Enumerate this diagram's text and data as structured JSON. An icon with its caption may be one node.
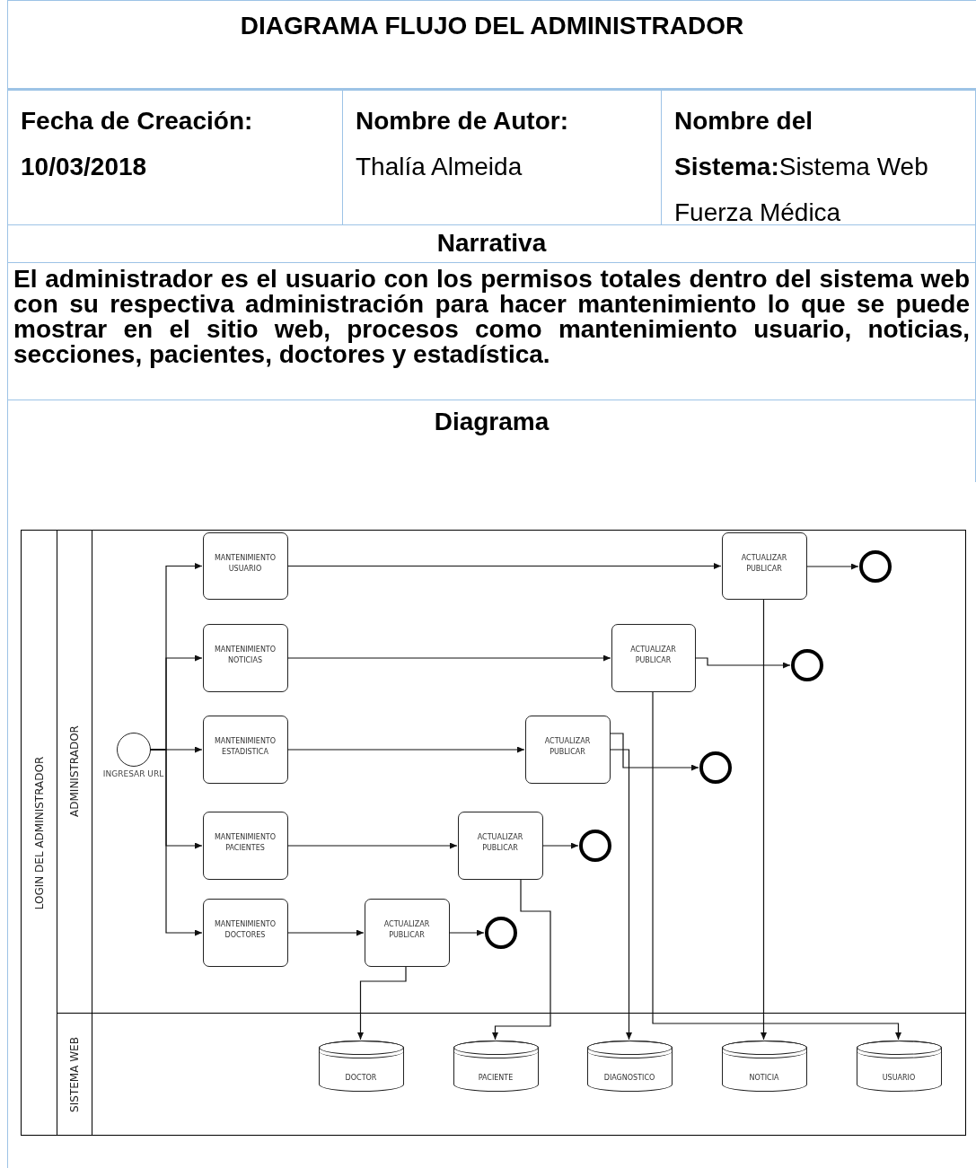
{
  "diagram": {
    "title": "DIAGRAMA FLUJO DEL ADMINISTRADOR",
    "nodes": [
      {
        "text": [
          "LOGIN DEL ADMINISTRADOR"
        ]
      },
      {
        "text": [
          "ADMINISTRADOR"
        ],
        "in": 0
      },
      {
        "text": [
          "SISTEMA WEB"
        ],
        "in": 0
      },
      {
        "text": [],
        "shape": "circle",
        "in": 1,
        "beside": [
          "INGRESAR URL"
        ]
      },
      {
        "text": [
          "MANTENIMIENTO USUARIO"
        ],
        "in": 1
      },
      {
        "text": [
          "MANTENIMIENTO NOTICIAS"
        ],
        "in": 1
      },
      {
        "text": [
          "MANTENIMIENTO ESTADISTICA"
        ],
        "in": 1
      },
      {
        "text": [
          "MANTENIMIENTO PACIENTES"
        ],
        "in": 1
      },
      {
        "text": [
          "MANTENIMIENTO DOCTORES"
        ],
        "in": 1
      },
      {
        "text": [
          "ACTUALIZAR PUBLICAR"
        ],
        "in": 1
      },
      {
        "text": [
          "ACTUALIZAR PUBLICAR"
        ],
        "in": 1
      },
      {
        "text": [
          "ACTUALIZAR PUBLICAR"
        ],
        "in": 1
      },
      {
        "text": [
          "ACTUALIZAR PUBLICAR"
        ],
        "in": 1
      },
      {
        "text": [
          "ACTUALIZAR PUBLICAR"
        ],
        "in": 1
      },
      {
        "text": [],
        "shape": "circle",
        "in": 1
      },
      {
        "text": [],
        "shape": "circle",
        "in": 1
      },
      {
        "text": [],
        "shape": "circle",
        "in": 1
      },
      {
        "text": [],
        "shape": "circle",
        "in": 1
      },
      {
        "text": [],
        "shape": "circle",
        "in": 1
      },
      {
        "text": [
          "DOCTOR"
        ],
        "in": 2
      },
      {
        "text": [
          "PACIENTE"
        ],
        "in": 2
      },
      {
        "text": [
          "DIAGNOSTICO"
        ],
        "in": 2
      },
      {
        "text": [
          "NOTICIA"
        ],
        "in": 2
      },
      {
        "text": [
          "USUARIO"
        ],
        "in": 2
      }
    ],
    "edges": [
      {
        "from": 3,
        "to": 4,
        "arrow": "to"
      },
      {
        "from": 3,
        "to": 5,
        "arrow": "to"
      },
      {
        "from": 3,
        "to": 6,
        "arrow": "to"
      },
      {
        "from": 3,
        "to": 7,
        "arrow": "to"
      },
      {
        "from": 3,
        "to": 8,
        "arrow": "to"
      },
      {
        "from": 4,
        "to": 9,
        "arrow": "to"
      },
      {
        "from": 5,
        "to": 10,
        "arrow": "to"
      },
      {
        "from": 6,
        "to": 11,
        "arrow": "to"
      },
      {
        "from": 7,
        "to": 12,
        "arrow": "to"
      },
      {
        "from": 8,
        "to": 13,
        "arrow": "to"
      },
      {
        "from": 9,
        "to": 14,
        "arrow": "to"
      },
      {
        "from": 10,
        "to": 15,
        "arrow": "to"
      },
      {
        "from": 11,
        "to": 16,
        "arrow": "to"
      },
      {
        "from": 12,
        "to": 17,
        "arrow": "to"
      },
      {
        "from": 13,
        "to": 18,
        "arrow": "to"
      },
      {
        "from": 9,
        "to": 22,
        "arrow": "to"
      },
      {
        "from": 10,
        "to": 23,
        "arrow": "to"
      },
      {
        "from": 11,
        "to": 21,
        "arrow": "to"
      },
      {
        "from": 12,
        "to": 20,
        "arrow": "to"
      },
      {
        "from": 13,
        "to": 19,
        "arrow": "to"
      }
    ],
    "labels": [
      "Fecha de Creación:",
      "10/03/2018",
      "Nombre de Autor:",
      "Thalía Almeida",
      "**Nombre del Sistema:**Sistema Web Fuerza Médica",
      "Narrativa",
      "El administrador es el usuario con los permisos totales dentro del sistema web con su respectiva administración para hacer mantenimiento lo que se puede mostrar en el sitio web, procesos como mantenimiento usuario, noticias, secciones, pacientes, doctores y estadística.",
      "Diagrama"
    ]
  }
}
